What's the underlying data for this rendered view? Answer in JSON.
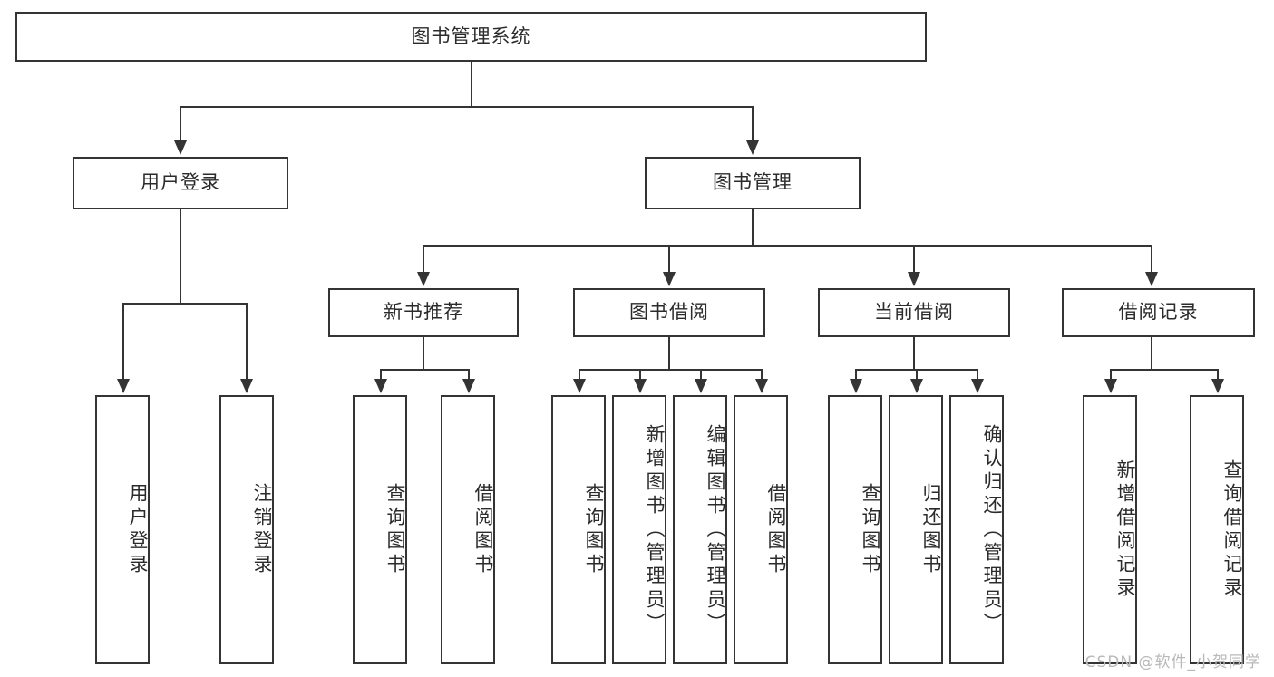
{
  "diagram": {
    "type": "tree",
    "title": "图书管理系统",
    "watermark": "CSDN @软件_小贺同学",
    "colors": {
      "stroke": "#343434",
      "fill": "#ffffff",
      "text": "#2b2b2b",
      "watermark": "#b9b9b9"
    },
    "levels": {
      "root": {
        "label": "图书管理系统"
      },
      "level2": [
        {
          "label": "用户登录"
        },
        {
          "label": "图书管理"
        }
      ],
      "level3": [
        {
          "label": "新书推荐"
        },
        {
          "label": "图书借阅"
        },
        {
          "label": "当前借阅"
        },
        {
          "label": "借阅记录"
        }
      ],
      "leaves": {
        "user_login": [
          {
            "label": "用户登录"
          },
          {
            "label": "注销登录"
          }
        ],
        "new_book_recommend": [
          {
            "label": "查询图书"
          },
          {
            "label": "借阅图书"
          }
        ],
        "book_borrow": [
          {
            "label": "查询图书"
          },
          {
            "label": "新增图书（管理员）"
          },
          {
            "label": "编辑图书（管理员）"
          },
          {
            "label": "借阅图书"
          }
        ],
        "current_borrow": [
          {
            "label": "查询图书"
          },
          {
            "label": "归还图书"
          },
          {
            "label": "确认归还（管理员）"
          }
        ],
        "borrow_record": [
          {
            "label": "新增借阅记录"
          },
          {
            "label": "查询借阅记录"
          }
        ]
      }
    }
  }
}
